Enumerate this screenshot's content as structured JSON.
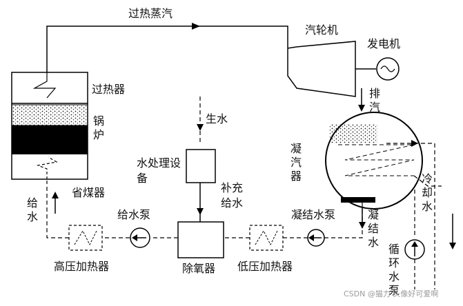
{
  "labels": {
    "superheated_steam": "过热蒸汽",
    "turbine": "汽轮机",
    "generator": "发电机",
    "superheater": "过热器",
    "boiler": "锅炉",
    "exhaust": "排汽",
    "raw_water": "生水",
    "water_treatment": "水处理设备",
    "condenser": "凝汽器",
    "economizer": "省煤器",
    "makeup_water": "补充给水",
    "cooling_water": "冷却水",
    "feed_water": "给水",
    "feed_pump": "给水泵",
    "condensate_pump": "凝结水泵",
    "condensate": "凝结水",
    "hp_heater": "高压加热器",
    "deaerator": "除氧器",
    "lp_heater": "低压加热器",
    "circulating_pump": "循环水泵"
  },
  "watermark": "CSDN @猫力 头像好可爱啊"
}
